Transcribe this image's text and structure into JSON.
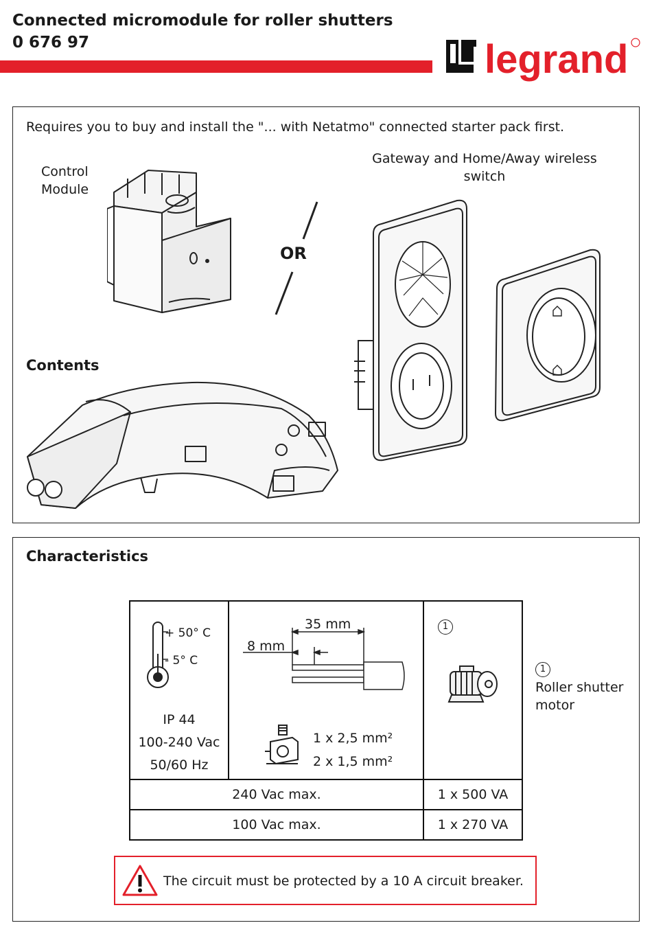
{
  "header": {
    "title": "Connected micromodule for roller shutters",
    "reference": "0 676 97",
    "brand": "legrand"
  },
  "requirements": {
    "intro": "Requires you to buy and install the \"... with Netatmo\" connected starter pack first.",
    "control_module_label_1": "Control",
    "control_module_label_2": "Module",
    "or_label": "OR",
    "gateway_label_1": "Gateway and Home/Away wireless",
    "gateway_label_2": "switch",
    "contents_heading": "Contents"
  },
  "characteristics": {
    "heading": "Characteristics",
    "temp_max": "+ 50° C",
    "temp_min": "- 5° C",
    "ip": "IP 44",
    "voltage": "100-240 Vac",
    "frequency": "50/60 Hz",
    "strip_length": "35 mm",
    "insulation_length": "8 mm",
    "wire_1": "1 x 2,5 mm²",
    "wire_2": "2 x 1,5 mm²",
    "motor_marker": "1",
    "legend_marker": "1",
    "legend_text_1": "Roller shutter",
    "legend_text_2": "motor",
    "rows": [
      {
        "voltage": "240 Vac max.",
        "load": "1 x 500 VA"
      },
      {
        "voltage": "100 Vac max.",
        "load": "1 x 270 VA"
      }
    ]
  },
  "warning": {
    "text": "The circuit must be protected by a 10 A circuit breaker."
  },
  "colors": {
    "accent": "#e3202a",
    "text": "#1a1a1a"
  }
}
